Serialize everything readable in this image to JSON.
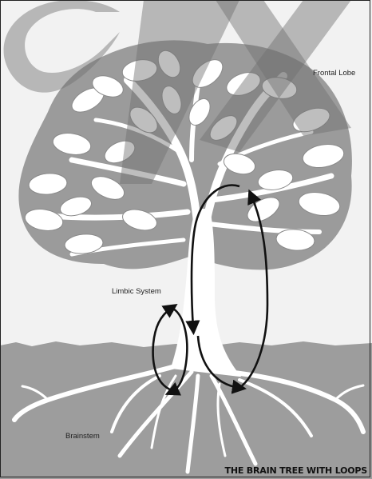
{
  "diagram": {
    "title": "THE BRAIN TREE WITH LOOPS",
    "labels": {
      "frontal_lobe": "Frontal Lobe",
      "limbic_system": "Limbic System",
      "brainstem": "Brainstem"
    },
    "colors": {
      "canopy": "#9b9b9b",
      "ground": "#9d9d9d",
      "sky": "#f2f2f2",
      "trunk": "#ffffff",
      "outline": "#1a1a1a",
      "watermark": "#6e6e6e"
    }
  }
}
